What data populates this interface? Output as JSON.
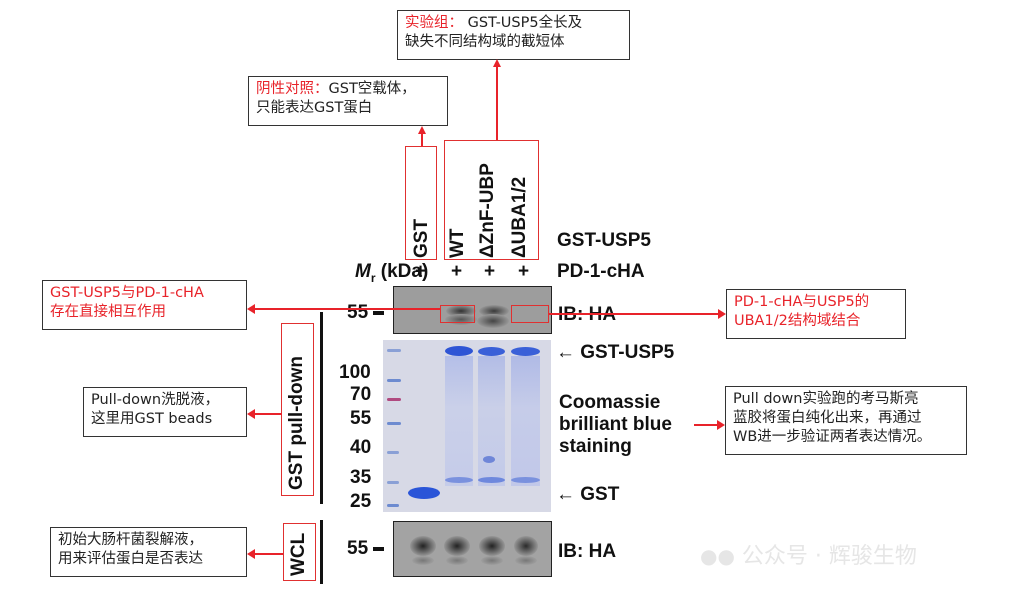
{
  "notes": {
    "experimental_group": {
      "label": "实验组：",
      "text": "GST-USP5全长及缺失不同结构域的截短体",
      "line1": "GST-USP5全长及",
      "line2": "缺失不同结构域的截短体"
    },
    "negative_control": {
      "label": "阴性对照：",
      "line1": "GST空载体，",
      "line2": "只能表达GST蛋白"
    },
    "direct_interaction": {
      "line1": "GST-USP5与PD-1-cHA",
      "line2": "存在直接相互作用"
    },
    "uba_binding": {
      "line1": "PD-1-cHA与USP5的",
      "line2": "UBA1/2结构域结合"
    },
    "pulldown_eluate": {
      "line1": "Pull-down洗脱液，",
      "line2": "这里用GST beads"
    },
    "coomassie_note": {
      "line1": "Pull down实验跑的考马斯亮",
      "line2": "蓝胶将蛋白纯化出来，再通过",
      "line3": "WB进一步验证两者表达情况。"
    },
    "wcl_note": {
      "line1": "初始大肠杆菌裂解液，",
      "line2": "用来评估蛋白是否表达"
    }
  },
  "figure": {
    "lanes": [
      "GST",
      "WT",
      "ΔZnF-UBP",
      "ΔUBA1/2"
    ],
    "row_labels": {
      "gst_usp5": "GST-USP5",
      "pd1": "PD-1-cHA"
    },
    "plus_signs": [
      "+",
      "+",
      "+",
      "+"
    ],
    "mr_label": "M",
    "mr_sub": "r",
    "mr_unit": " (kDa)",
    "top_blot": {
      "marker": "55",
      "label": "IB: HA"
    },
    "gel": {
      "markers": [
        "100",
        "70",
        "55",
        "40",
        "35",
        "25"
      ],
      "arrow_top": "← GST-USP5",
      "arrow_bottom": "← GST",
      "stain_line1": "Coomassie",
      "stain_line2": "brilliant blue",
      "stain_line3": "staining"
    },
    "bottom_blot": {
      "marker": "55",
      "label": "IB: HA"
    },
    "side_labels": {
      "pulldown": "GST pull-down",
      "wcl": "WCL"
    }
  },
  "watermark": {
    "text": "公众号 · 辉骏生物"
  },
  "colors": {
    "annotation_red": "#e8232a",
    "gel_blue": "#3a5fd0",
    "blot_gray": "#9d9d9d"
  }
}
